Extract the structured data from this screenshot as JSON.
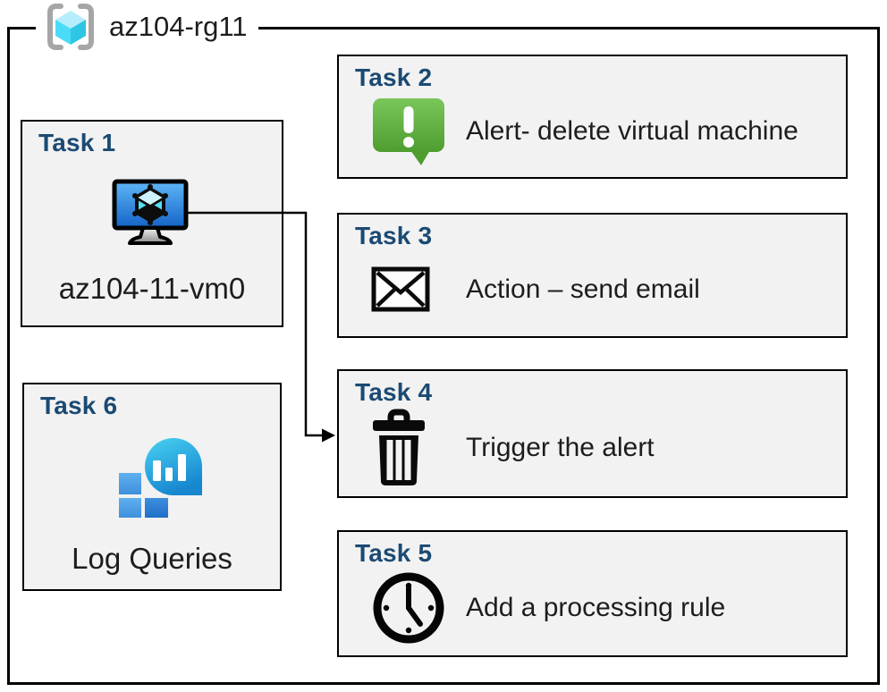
{
  "header": {
    "title": "az104-rg11",
    "icon": "resource-group-icon"
  },
  "tasks": [
    {
      "title": "Task 1",
      "label": "az104-11-vm0",
      "icon": "virtual-machine-icon"
    },
    {
      "title": "Task 2",
      "label": "Alert- delete virtual machine",
      "icon": "alert-icon"
    },
    {
      "title": "Task 3",
      "label": "Action – send email",
      "icon": "email-envelope-icon"
    },
    {
      "title": "Task 4",
      "label": "Trigger the alert",
      "icon": "trash-icon"
    },
    {
      "title": "Task 5",
      "label": "Add a processing rule",
      "icon": "clock-icon"
    },
    {
      "title": "Task 6",
      "label": "Log Queries",
      "icon": "log-analytics-icon"
    }
  ],
  "connector": {
    "from": "Task 1",
    "to": "Task 4"
  },
  "colors": {
    "task_title_blue": "#1B4A73",
    "box_fill": "#F2F2F2",
    "box_border": "#000000",
    "alert_green_top": "#7AC65B",
    "alert_green_bottom": "#4E9D2F",
    "vm_screen_top": "#5FB6F7",
    "vm_screen_bottom": "#1363C6",
    "azure_cyan": "#50E6FF",
    "balloon_top": "#48D2F2",
    "balloon_bottom": "#1787D0"
  }
}
